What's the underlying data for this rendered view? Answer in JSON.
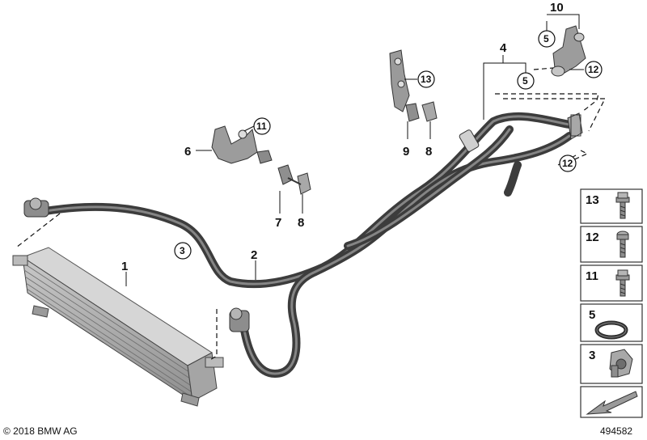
{
  "callouts": {
    "c1": "1",
    "c2": "2",
    "c3": "3",
    "c4": "4",
    "c5a": "5",
    "c5b": "5",
    "c6": "6",
    "c7": "7",
    "c8a": "8",
    "c8b": "8",
    "c9": "9",
    "c10": "10",
    "c11": "11",
    "c12a": "12",
    "c12b": "12",
    "c13": "13"
  },
  "parts_panel": [
    {
      "number": "13",
      "icon": "bolt-flange-icon"
    },
    {
      "number": "12",
      "icon": "bolt-icon"
    },
    {
      "number": "11",
      "icon": "bolt-flange-icon"
    },
    {
      "number": "5",
      "icon": "o-ring-icon"
    },
    {
      "number": "3",
      "icon": "clamp-icon"
    }
  ],
  "copyright": "© 2018 BMW AG",
  "diagram_id": "494582",
  "colors": {
    "hose": "#555555",
    "hose_highlight": "#8a8a8a",
    "line": "#111111",
    "panel_border": "#333333"
  }
}
